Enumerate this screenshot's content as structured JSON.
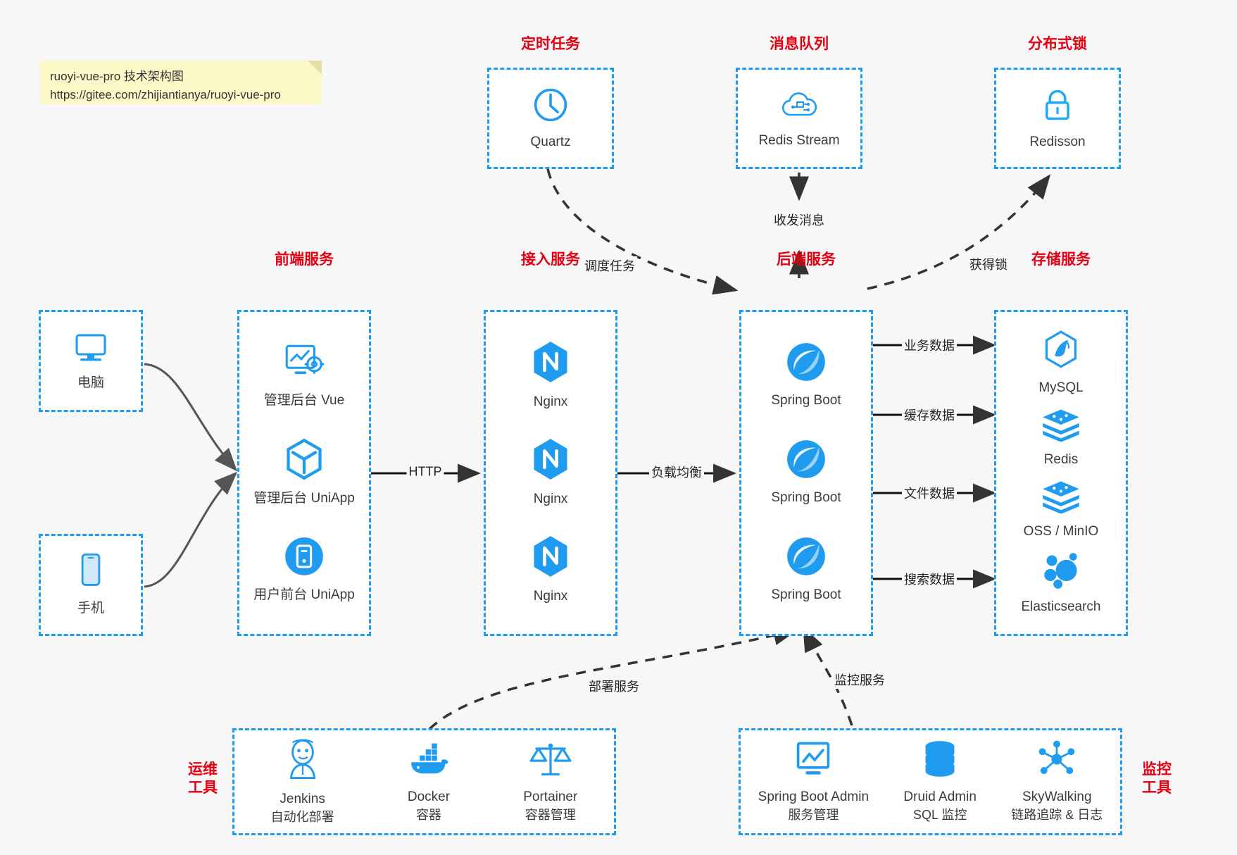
{
  "note": {
    "line1": "ruoyi-vue-pro 技术架构图",
    "line2": "https://gitee.com/zhijiantianya/ruoyi-vue-pro"
  },
  "colors": {
    "accent_blue": "#1f9bf0",
    "title_red": "#e60012",
    "text": "#3b3b3b",
    "background": "#f7f7f7",
    "note_yellow": "#fcf8c8"
  },
  "groups": {
    "scheduler": {
      "title": "定时任务",
      "nodes": [
        {
          "label": "Quartz",
          "icon": "clock-icon"
        }
      ]
    },
    "mq": {
      "title": "消息队列",
      "nodes": [
        {
          "label": "Redis Stream",
          "icon": "cloud-network-icon"
        }
      ]
    },
    "lock": {
      "title": "分布式锁",
      "nodes": [
        {
          "label": "Redisson",
          "icon": "lock-icon"
        }
      ]
    },
    "clients": {
      "nodes": [
        {
          "label": "电脑",
          "icon": "desktop-monitor-icon"
        },
        {
          "label": "手机",
          "icon": "smartphone-icon"
        }
      ]
    },
    "frontend": {
      "title": "前端服务",
      "nodes": [
        {
          "label": "管理后台 Vue",
          "icon": "dashboard-gear-icon"
        },
        {
          "label": "管理后台 UniApp",
          "icon": "hexagon-cube-icon"
        },
        {
          "label": "用户前台 UniApp",
          "icon": "mobile-circle-icon"
        }
      ]
    },
    "gateway": {
      "title": "接入服务",
      "nodes": [
        {
          "label": "Nginx",
          "icon": "nginx-icon"
        },
        {
          "label": "Nginx",
          "icon": "nginx-icon"
        },
        {
          "label": "Nginx",
          "icon": "nginx-icon"
        }
      ]
    },
    "backend": {
      "title": "后端服务",
      "nodes": [
        {
          "label": "Spring Boot",
          "icon": "spring-leaf-icon"
        },
        {
          "label": "Spring Boot",
          "icon": "spring-leaf-icon"
        },
        {
          "label": "Spring Boot",
          "icon": "spring-leaf-icon"
        }
      ]
    },
    "storage": {
      "title": "存储服务",
      "nodes": [
        {
          "label": "MySQL",
          "icon": "mysql-dolphin-icon"
        },
        {
          "label": "Redis",
          "icon": "redis-stack-icon"
        },
        {
          "label": "OSS / MinIO",
          "icon": "oss-stack-icon"
        },
        {
          "label": "Elasticsearch",
          "icon": "elasticsearch-icon"
        }
      ]
    },
    "devops": {
      "title_line1": "运维",
      "title_line2": "工具",
      "nodes": [
        {
          "label": "Jenkins",
          "sublabel": "自动化部署",
          "icon": "jenkins-butler-icon"
        },
        {
          "label": "Docker",
          "sublabel": "容器",
          "icon": "docker-whale-icon"
        },
        {
          "label": "Portainer",
          "sublabel": "容器管理",
          "icon": "scales-balance-icon"
        }
      ]
    },
    "monitor": {
      "title_line1": "监控",
      "title_line2": "工具",
      "nodes": [
        {
          "label": "Spring Boot Admin",
          "sublabel": "服务管理",
          "icon": "monitor-chart-icon"
        },
        {
          "label": "Druid Admin",
          "sublabel": "SQL 监控",
          "icon": "database-stack-icon"
        },
        {
          "label": "SkyWalking",
          "sublabel": "链路追踪 & 日志",
          "icon": "skywalking-nodes-icon"
        }
      ]
    }
  },
  "edges": [
    {
      "label": "调度任务",
      "from": "scheduler",
      "to": "backend"
    },
    {
      "label": "收发消息",
      "from": "mq",
      "to": "backend"
    },
    {
      "label": "获得锁",
      "from": "backend",
      "to": "lock"
    },
    {
      "label": "HTTP",
      "from": "frontend",
      "to": "gateway"
    },
    {
      "label": "负载均衡",
      "from": "gateway",
      "to": "backend"
    },
    {
      "label": "业务数据",
      "from": "backend",
      "to": "storage"
    },
    {
      "label": "缓存数据",
      "from": "backend",
      "to": "storage"
    },
    {
      "label": "文件数据",
      "from": "backend",
      "to": "storage"
    },
    {
      "label": "搜索数据",
      "from": "backend",
      "to": "storage"
    },
    {
      "label": "部署服务",
      "from": "devops",
      "to": "backend"
    },
    {
      "label": "监控服务",
      "from": "monitor",
      "to": "backend"
    }
  ]
}
